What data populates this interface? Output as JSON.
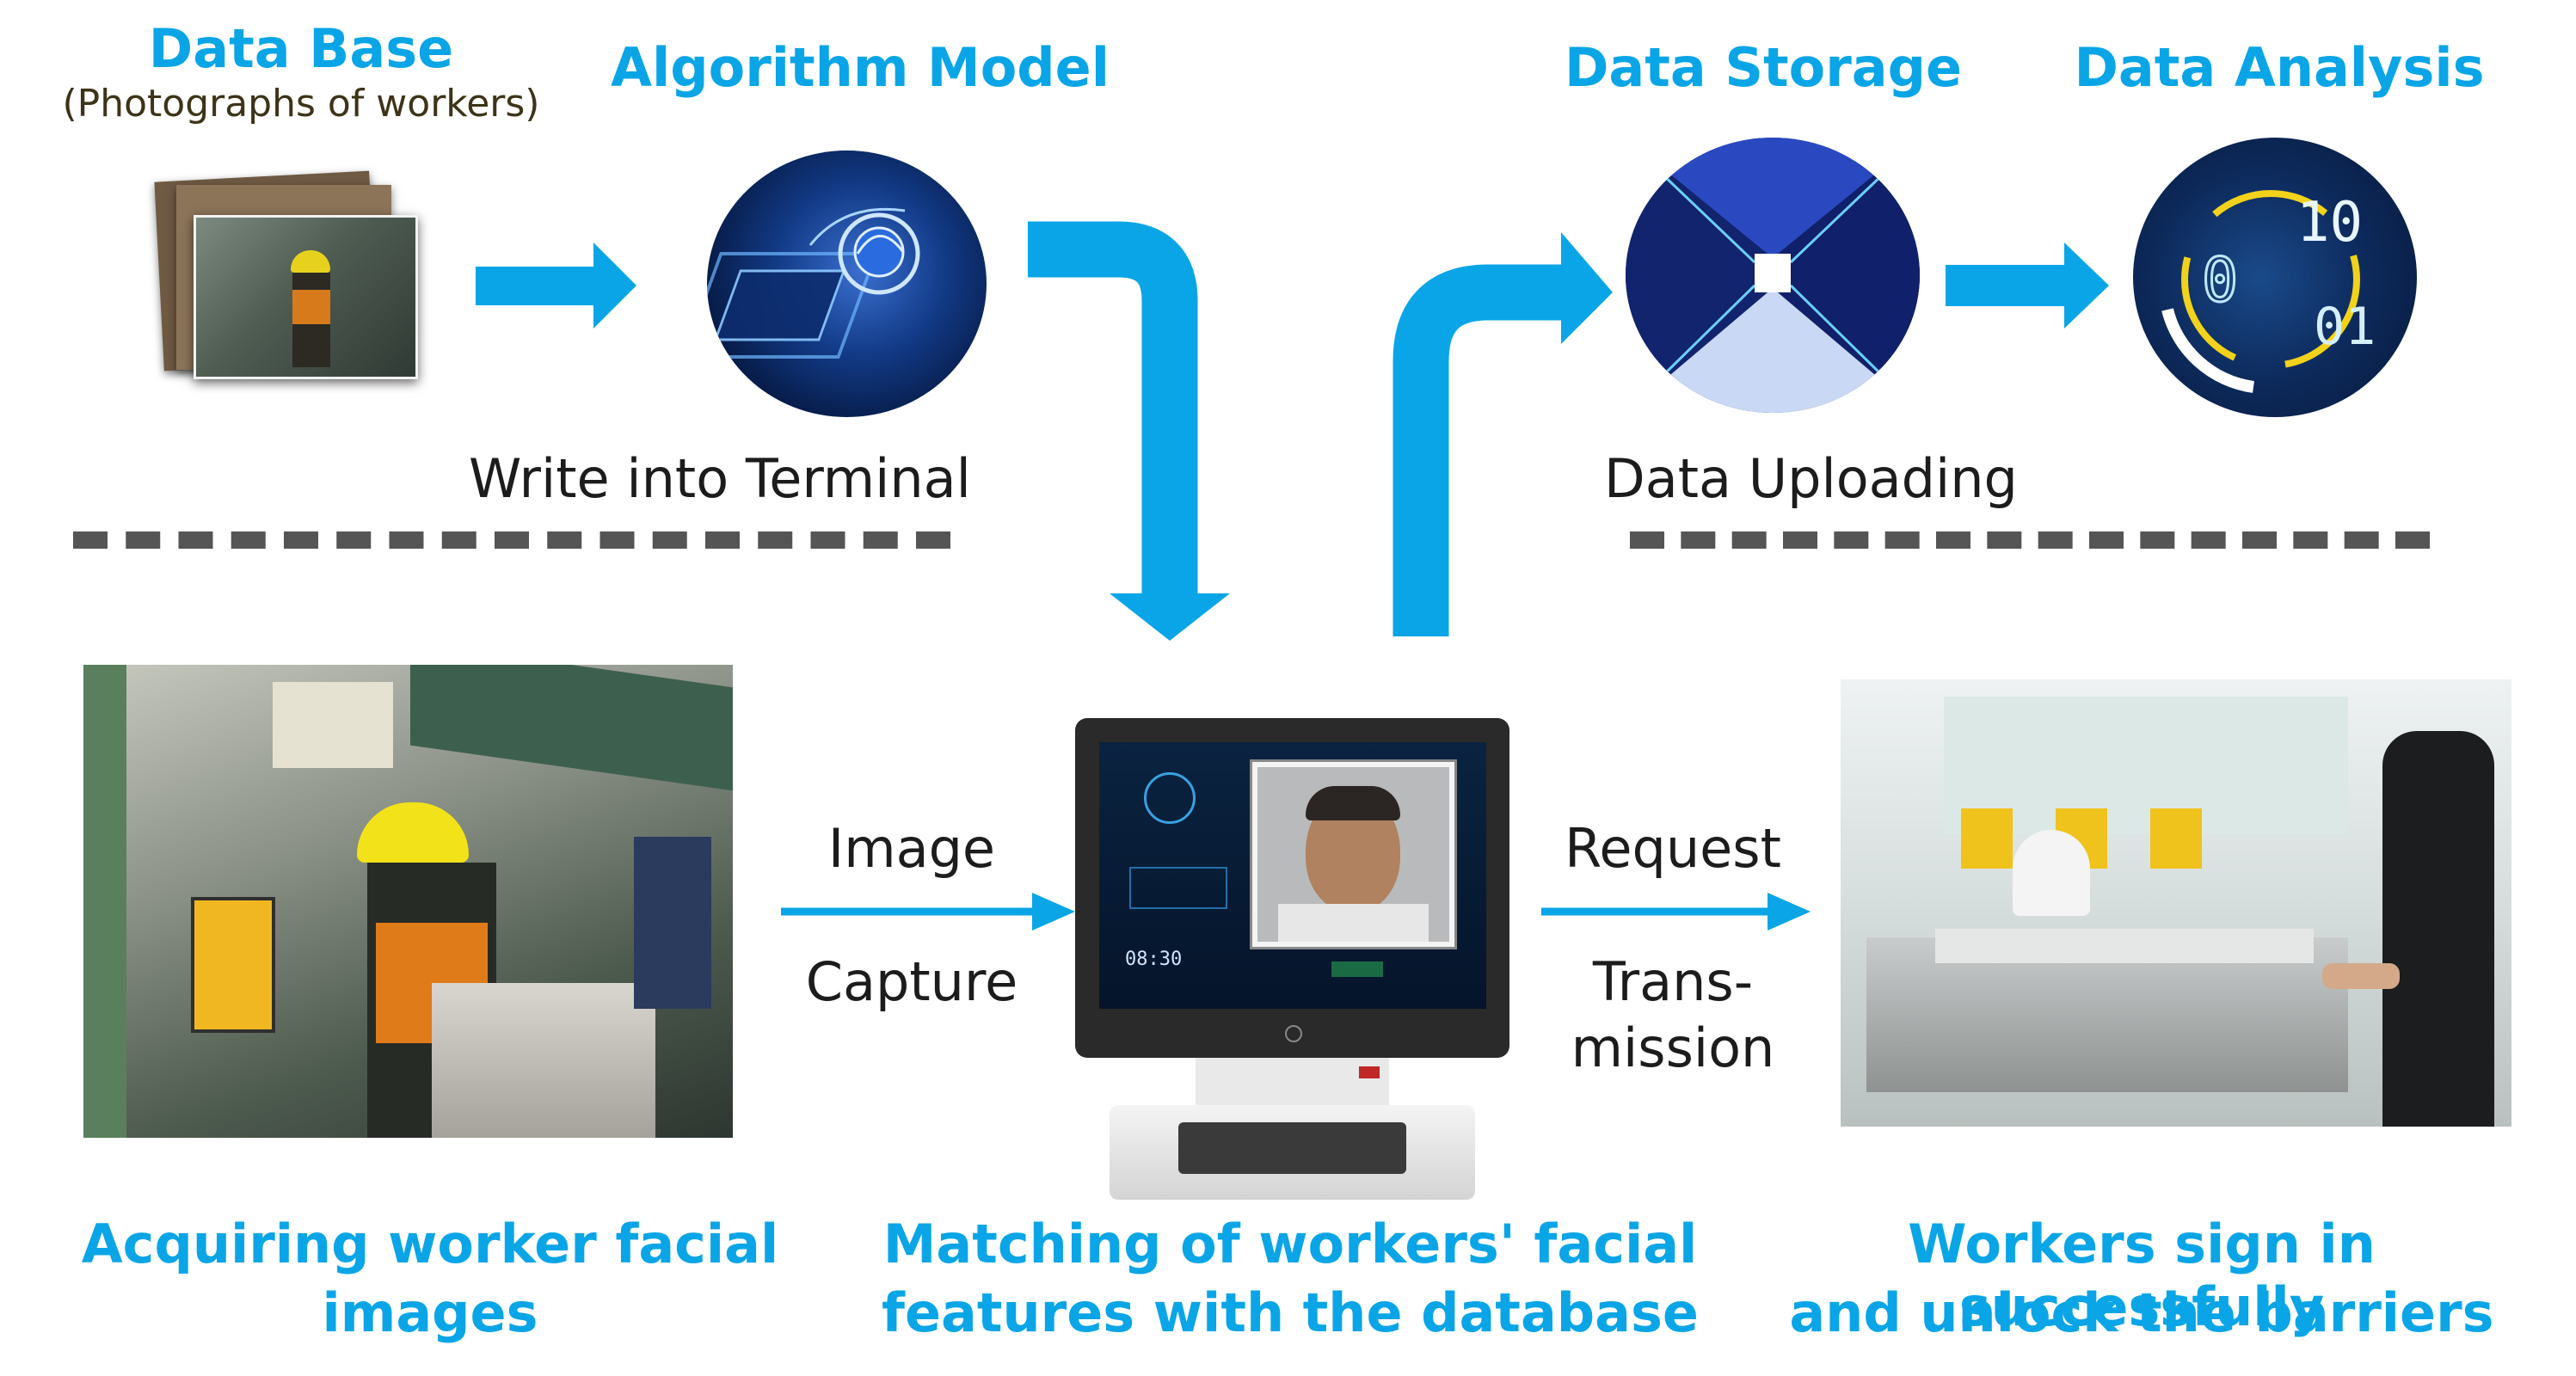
{
  "top": {
    "database": {
      "title": "Data Base",
      "subtitle": "(Photographs of workers)"
    },
    "algorithm": {
      "title": "Algorithm Model"
    },
    "storage": {
      "title": "Data Storage"
    },
    "analysis": {
      "title": "Data Analysis"
    },
    "write_label": "Write into Terminal",
    "upload_label": "Data Uploading"
  },
  "middle": {
    "image_label": "Image",
    "capture_label": "Capture",
    "request_label": "Request",
    "trans_label_1": "Trans-",
    "trans_label_2": "mission"
  },
  "bottom": {
    "acquire_1": "Acquiring worker facial",
    "acquire_2": "images",
    "match_1": "Matching of workers' facial",
    "match_2": "features with the database",
    "signin_1": "Workers sign in successfully",
    "signin_2": "and unlock the barriers"
  },
  "terminal": {
    "time": "08:30"
  },
  "analysis_digits": [
    "0",
    "10",
    "01"
  ],
  "colors": {
    "accent": "#0aa5e6",
    "dash": "#555555"
  }
}
